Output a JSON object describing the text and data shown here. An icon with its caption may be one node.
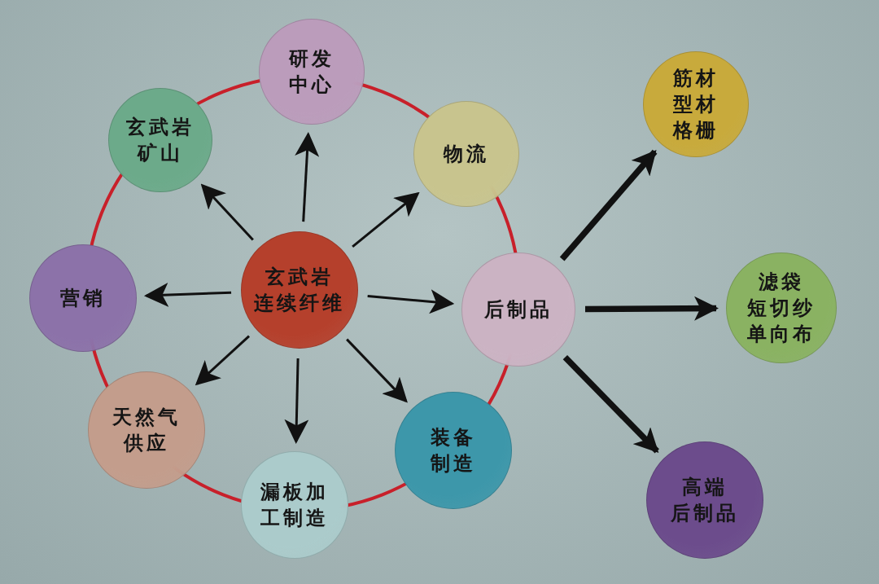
{
  "diagram": {
    "nodes": [
      {
        "text": [
          "玄武岩连续纤维"
        ]
      },
      {
        "text": [
          "研发中心"
        ]
      },
      {
        "text": [
          "物流"
        ]
      },
      {
        "text": [
          "后制品"
        ]
      },
      {
        "text": [
          "装备制造"
        ]
      },
      {
        "text": [
          "漏板加工制造"
        ]
      },
      {
        "text": [
          "天然气供应"
        ]
      },
      {
        "text": [
          "营销"
        ]
      },
      {
        "text": [
          "玄武岩矿山"
        ]
      },
      {
        "text": [
          "筋材",
          "型材",
          "格栅"
        ]
      },
      {
        "text": [
          "滤袋",
          "短切纱",
          "单向布"
        ]
      },
      {
        "text": [
          "高端后制品"
        ]
      }
    ],
    "edges": [
      {
        "from": 0,
        "to": 1,
        "arrow": "to"
      },
      {
        "from": 0,
        "to": 2,
        "arrow": "to"
      },
      {
        "from": 0,
        "to": 3,
        "arrow": "to"
      },
      {
        "from": 0,
        "to": 4,
        "arrow": "to"
      },
      {
        "from": 0,
        "to": 5,
        "arrow": "to"
      },
      {
        "from": 0,
        "to": 6,
        "arrow": "to"
      },
      {
        "from": 0,
        "to": 7,
        "arrow": "to"
      },
      {
        "from": 0,
        "to": 8,
        "arrow": "to"
      },
      {
        "from": 3,
        "to": 9,
        "arrow": "to",
        "style": "thick"
      },
      {
        "from": 3,
        "to": 10,
        "arrow": "to",
        "style": "thick"
      },
      {
        "from": 3,
        "to": 11,
        "arrow": "to",
        "style": "thick"
      }
    ]
  }
}
